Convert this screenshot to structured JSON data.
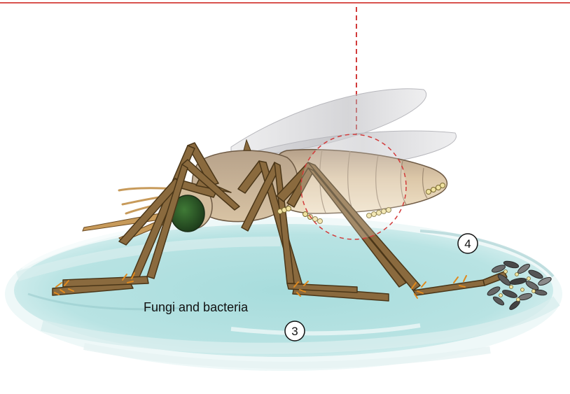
{
  "labels": {
    "fungi_bacteria": "Fungi and bacteria",
    "marker_3": "3",
    "marker_4": "4"
  },
  "colors": {
    "top_rule": "#d9534f",
    "callout_line": "#d23b3b",
    "water": "#9fd6d8",
    "water_light": "#c9eaea",
    "leg": "#8a6a3e",
    "leg_outline": "#4a3618",
    "body": "#c9ad8a",
    "abdomen": "#d6c0a0",
    "eye": "#2f5a2a",
    "wing": "#c9c9cc",
    "spore": "#f0e2a0",
    "hyphae": "#e08a1e"
  }
}
